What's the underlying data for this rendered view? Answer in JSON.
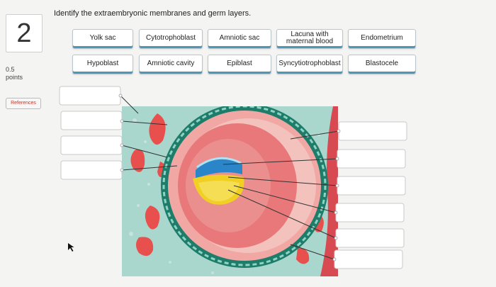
{
  "question": {
    "number": "2",
    "points": "0.5\npoints",
    "references_label": "References"
  },
  "instruction": "Identify the extraembryonic membranes and germ layers.",
  "labels": [
    "Yolk sac",
    "Cytotrophoblast",
    "Amniotic sac",
    "Lacuna with maternal blood",
    "Endometrium",
    "Hypoblast",
    "Amniotic cavity",
    "Epiblast",
    "Syncytiotrophoblast",
    "Blastocele"
  ],
  "colors": {
    "chip_accent": "#4f97b5",
    "tissue_bg": "#a9d6cd",
    "trophoblast": "#1e7d6a",
    "embryo_pink": "#e8787a",
    "epiblast": "#2a86c8",
    "hypoblast": "#f0d023"
  }
}
